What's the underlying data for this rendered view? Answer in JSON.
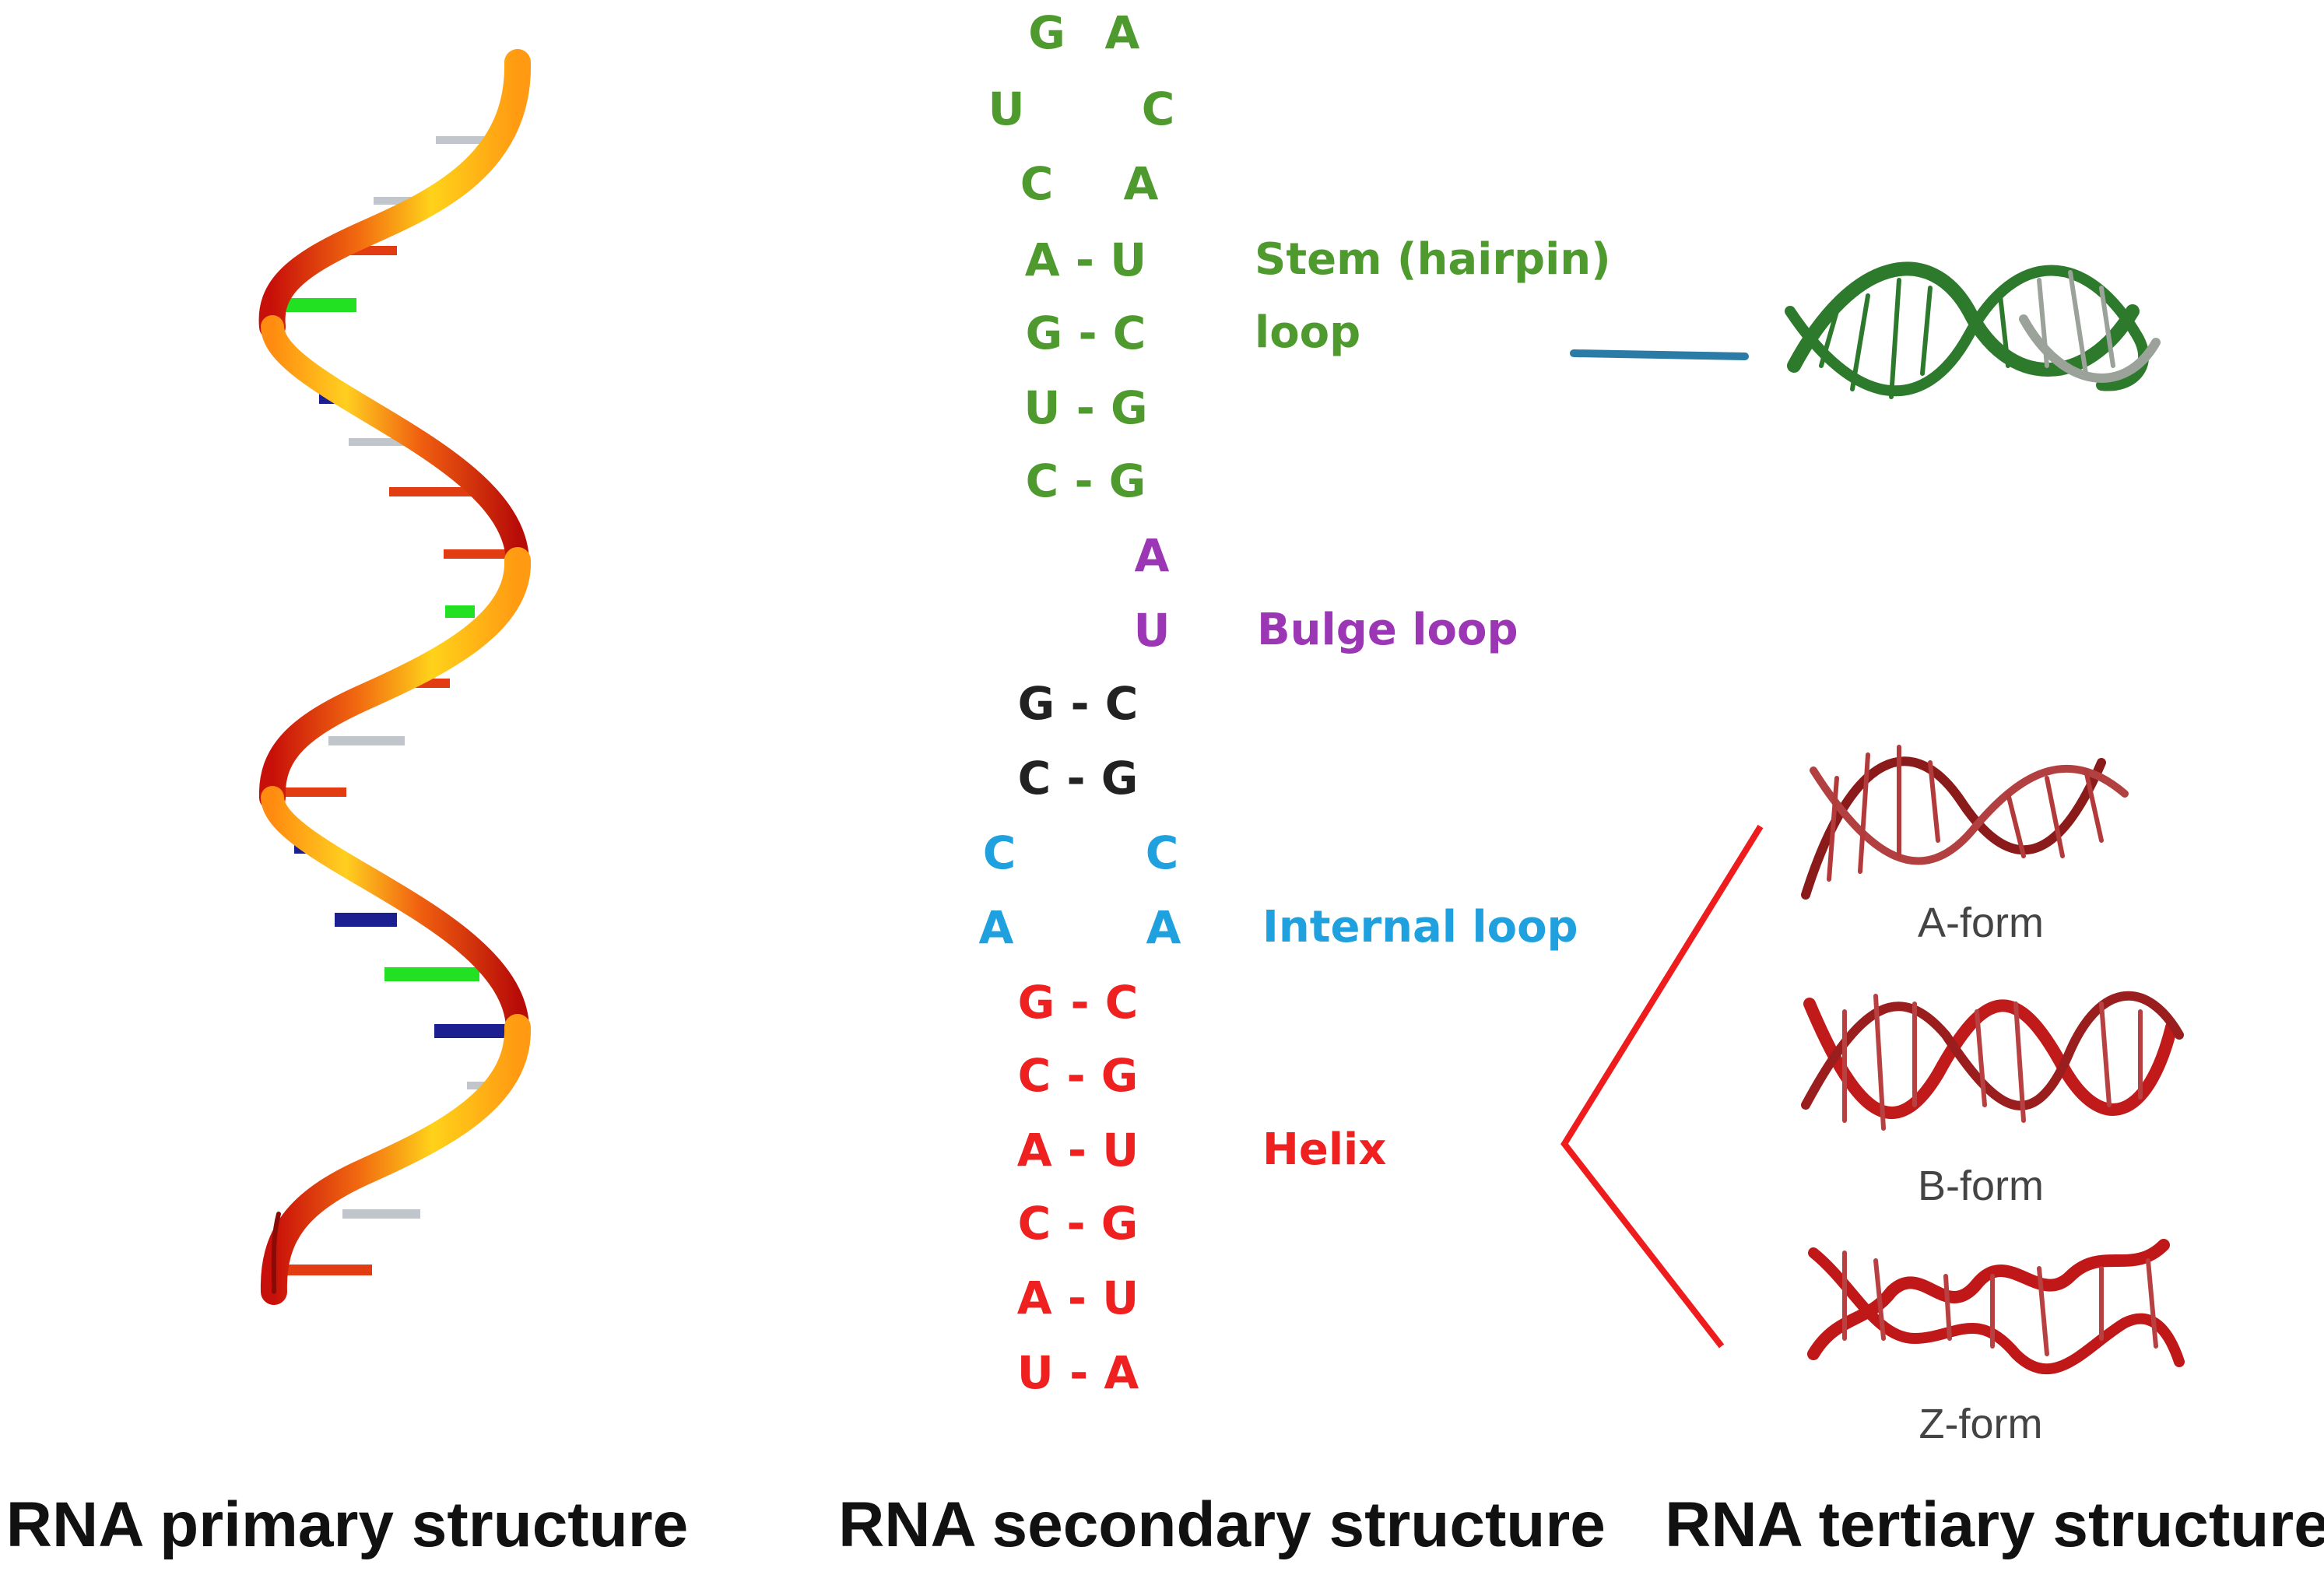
{
  "colors": {
    "stem": "#4f9a2e",
    "bulge": "#9b36b5",
    "paired_black": "#222222",
    "internal": "#1fa1df",
    "helix": "#ee2020",
    "connector_blue": "#2a7ba6",
    "connector_red": "#ee1c1c",
    "hairpin_green": "#2d7a2d"
  },
  "hairpin_loop": [
    "G",
    "A",
    "U",
    "C",
    "C",
    "A"
  ],
  "stem_pairs": [
    "A - U",
    "G - C",
    "U - G",
    "C - G"
  ],
  "bulge_bases": [
    "A",
    "U"
  ],
  "mid_pairs": [
    "G - C",
    "C - G"
  ],
  "internal_loop": [
    "C",
    "C",
    "A",
    "A"
  ],
  "helix_pairs": [
    "G - C",
    "C - G",
    "A - U",
    "C - G",
    "A - U",
    "U - A"
  ],
  "labels": {
    "stem_line1": "Stem (hairpin)",
    "stem_line2": "loop",
    "bulge": "Bulge loop",
    "internal": "Internal loop",
    "helix": "Helix"
  },
  "forms": {
    "a": "A-form",
    "b": "B-form",
    "z": "Z-form"
  },
  "captions": {
    "primary": "RNA primary structure",
    "secondary": "RNA secondary structure",
    "tertiary": "RNA tertiary structure"
  }
}
